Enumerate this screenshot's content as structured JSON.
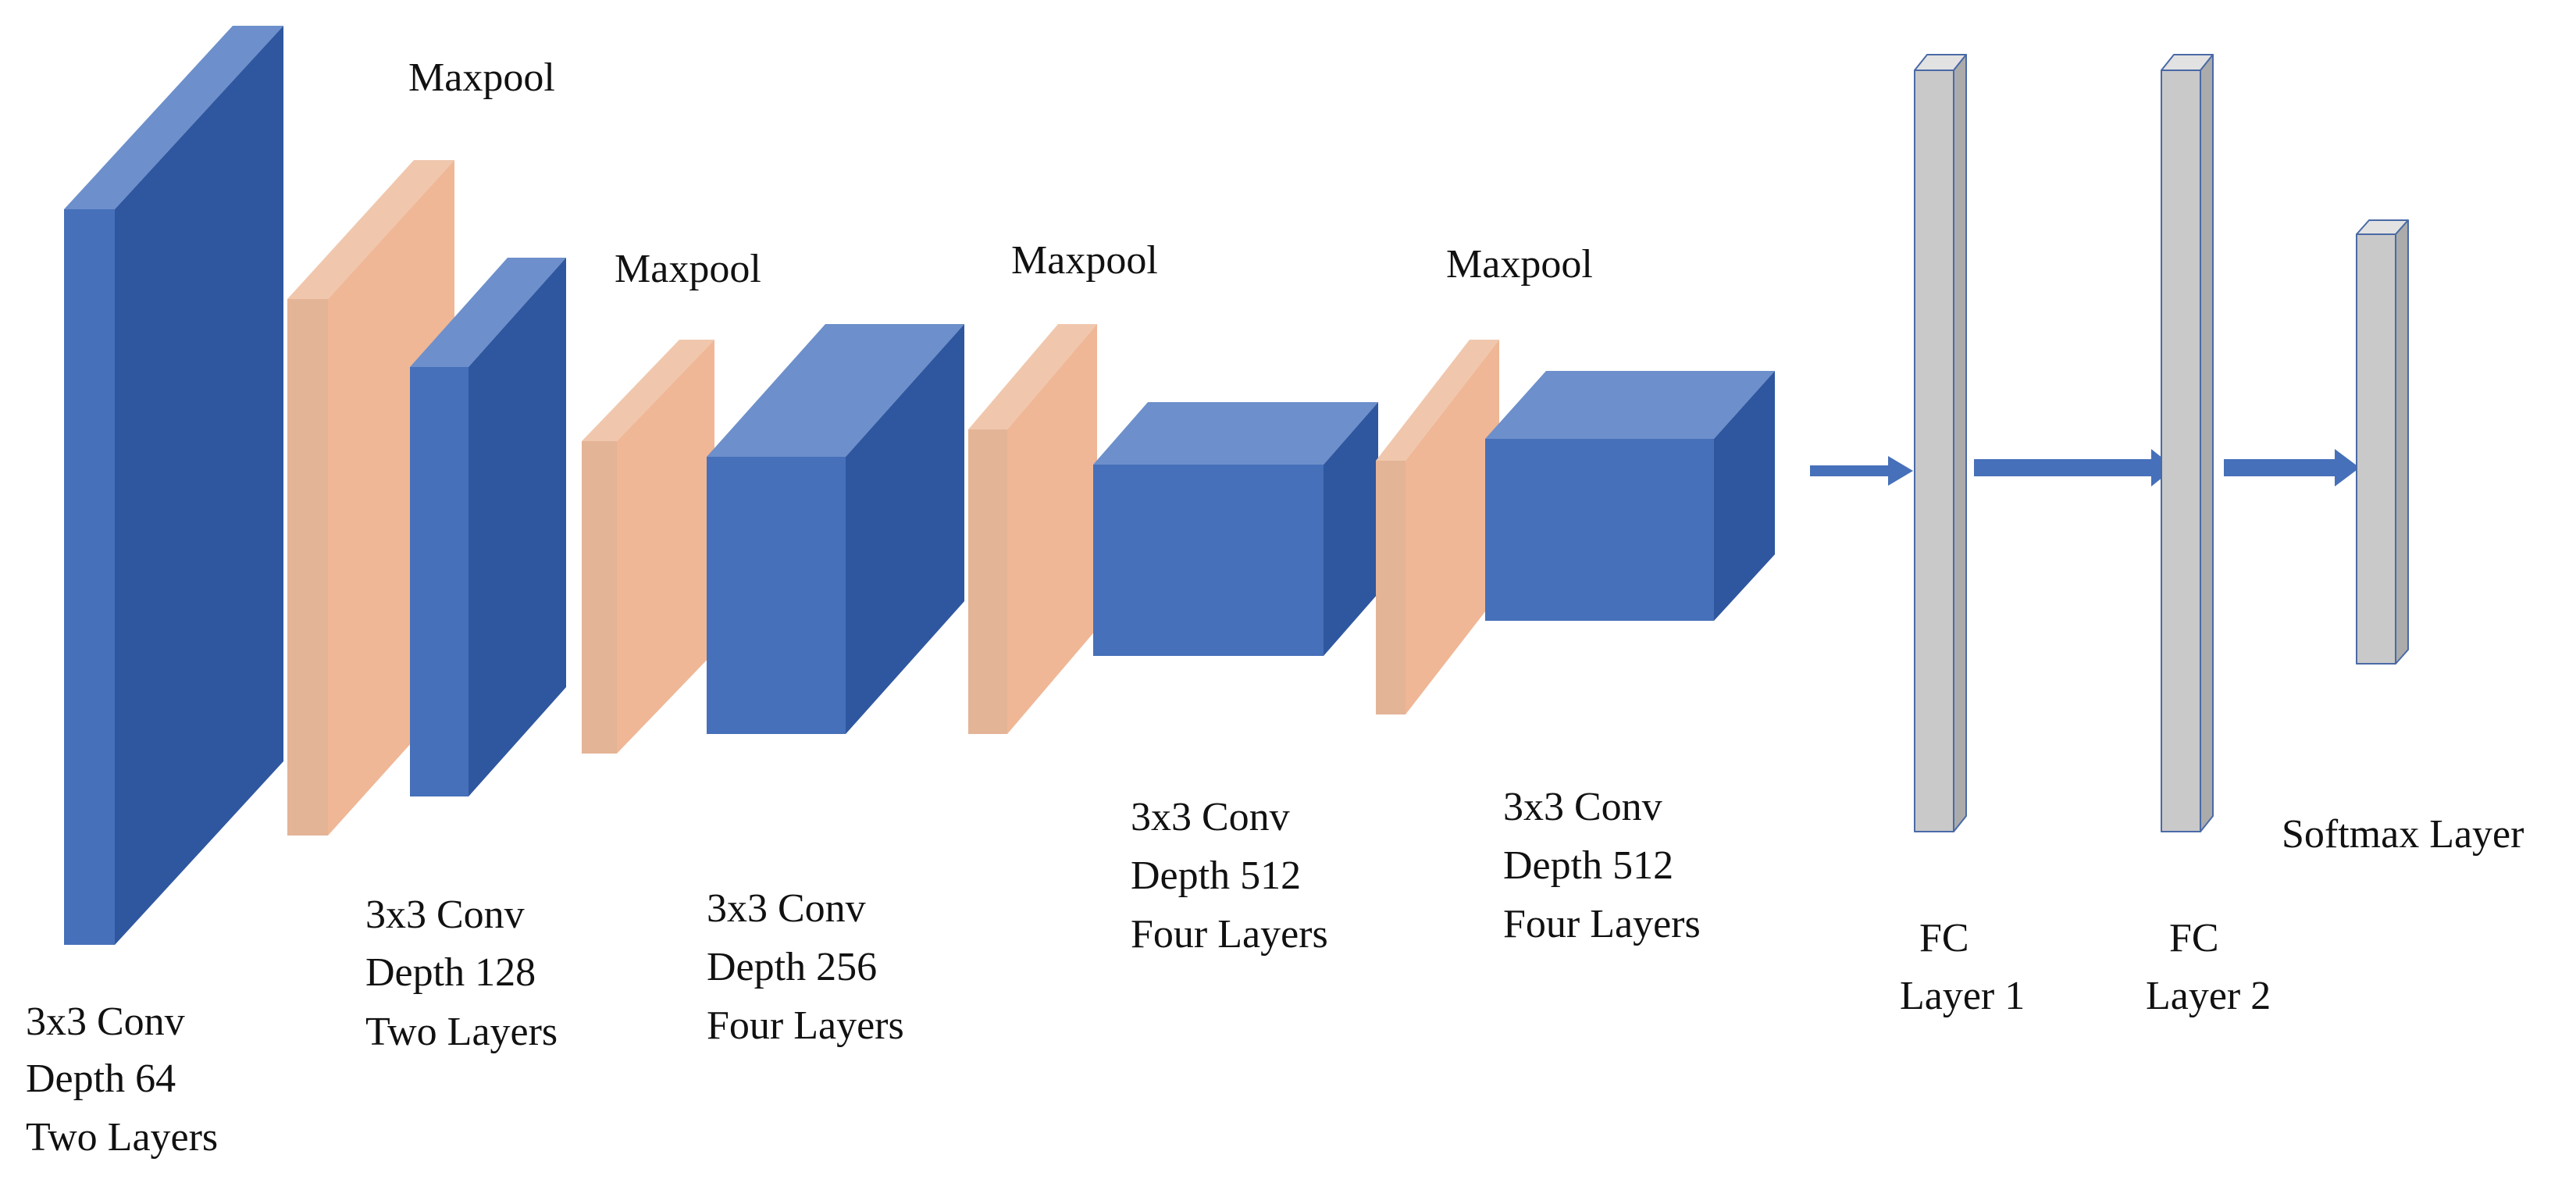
{
  "colors": {
    "conv_front": "#4670b9",
    "conv_top": "#6d8fcb",
    "conv_side": "#2f579f",
    "pool_front": "#e4b497",
    "pool_top": "#f0c7ad",
    "pool_side": "#efb796",
    "fc_front": "#c9c9c9",
    "fc_top": "#e2e2e2",
    "fc_side": "#ababab",
    "fc_stroke": "#4a6aa6",
    "arrow": "#4670b9",
    "text": "#111111"
  },
  "diagram": {
    "blocks": {
      "conv1": {
        "lines": [
          "3x3 Conv",
          "Depth 64",
          "Two Layers"
        ]
      },
      "conv2": {
        "lines": [
          "3x3 Conv",
          "Depth 128",
          "Two Layers"
        ]
      },
      "conv3": {
        "lines": [
          "3x3 Conv",
          "Depth 256",
          "Four Layers"
        ]
      },
      "conv4": {
        "lines": [
          "3x3 Conv",
          "Depth 512",
          "Four Layers"
        ]
      },
      "conv5": {
        "lines": [
          "3x3 Conv",
          "Depth 512",
          "Four Layers"
        ]
      },
      "pool1": {
        "label": "Maxpool"
      },
      "pool2": {
        "label": "Maxpool"
      },
      "pool3": {
        "label": "Maxpool"
      },
      "pool4": {
        "label": "Maxpool"
      },
      "fc1": {
        "lines": [
          "FC",
          "Layer 1"
        ]
      },
      "fc2": {
        "lines": [
          "FC",
          "Layer 2"
        ]
      },
      "softmax": {
        "label": "Softmax Layer"
      }
    }
  }
}
